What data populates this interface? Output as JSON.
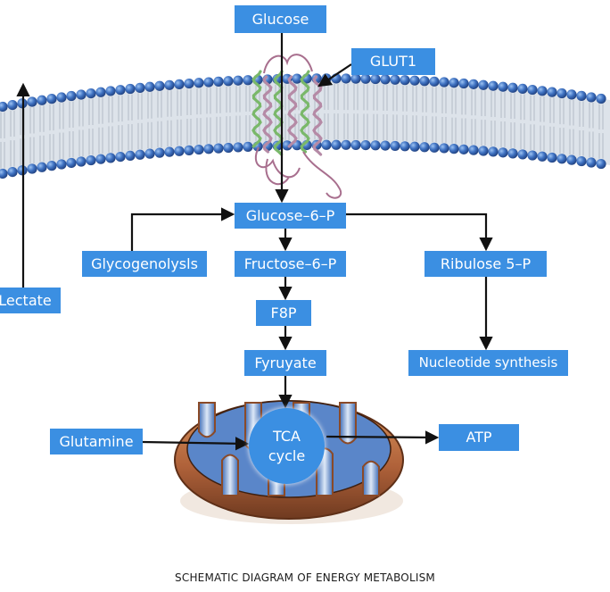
{
  "nodes": {
    "glucose": "Glucose",
    "glut1": "GLUT1",
    "glucose_6_p": "Glucose–6–P",
    "glycogenolysis": "Glycogenolysls",
    "fructose_6_p": "Fructose–6–P",
    "ribulose_5_p": "Ribulose 5–P",
    "lactate": "Lectate",
    "f8p": "F8P",
    "pyruvate": "Fyruyate",
    "nucleotide_synthesis": "Nucleotide synthesis",
    "glutamine": "Glutamine",
    "tca_line1": "TCA",
    "tca_line2": "cycle",
    "atp": "ATP"
  },
  "caption": "SCHEMATIC DIAGRAM OF ENERGY METABOLISM",
  "colors": {
    "box_fill": "#3b8fe2",
    "box_text": "#ffffff",
    "arrow": "#111111",
    "membrane_head": "#2f5fa8",
    "membrane_tail": "#c9ced6",
    "mito_outer": "#b8683a",
    "mito_inner": "#5a86c9"
  },
  "icons": {
    "membrane": "lipid-bilayer-illustration",
    "transporter": "glut1-protein-illustration",
    "organelle": "mitochondrion-illustration"
  }
}
